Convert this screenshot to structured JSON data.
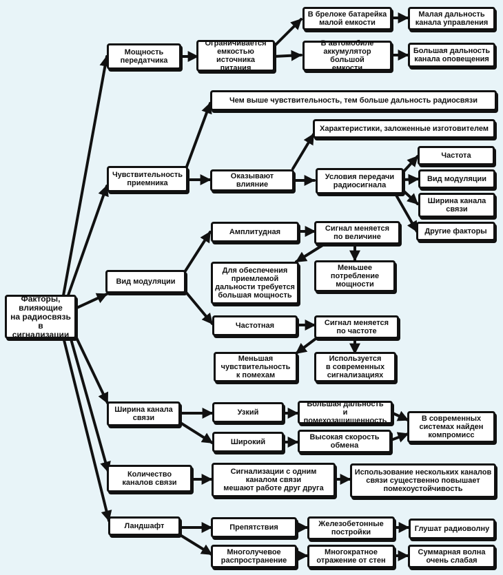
{
  "colors": {
    "background": "#e8f4f8",
    "box_fill": "#ffffff",
    "stroke": "#111111"
  },
  "nodes": {
    "root": "Факторы,\nвлияющие\nна радиосвязь\nв сигнализации",
    "power": "Мощность\nпередатчика",
    "power_limited": "Ограничивается\nемкостью источника\nпитания",
    "keyfob_battery": "В брелоке батарейка\nмалой емкости",
    "small_range": "Малая дальность\nканала управления",
    "car_battery": "В автомобиле\nаккумулятор большой\nемкости",
    "large_range": "Большая дальность\nканала оповещения",
    "sensitivity": "Чувствительность\nприемника",
    "sensitivity_note": "Чем выше чувствительность, тем больше дальность радиосвязи",
    "influenced": "Оказывают влияние",
    "manufacturer": "Характеристики, заложенные изготовителем",
    "conditions": "Условия передачи\nрадиосигнала",
    "frequency": "Частота",
    "modulation_type": "Вид модуляции",
    "bandwidth_item": "Ширина канала\nсвязи",
    "other_factors": "Другие факторы",
    "modulation": "Вид модуляции",
    "amplitude": "Амплитудная",
    "amp_changes": "Сигнал меняется\nпо величине",
    "amp_power": "Для обеспечения\nприемлемой\nдальности требуется\nбольшая мощность",
    "amp_less": "Меньшее\nпотребление\nмощности",
    "freq_mod": "Частотная",
    "freq_changes": "Сигнал меняется\nпо частоте",
    "freq_less_sens": "Меньшая\nчувствительность\nк помехам",
    "freq_modern": "Используется\nв современных\nсигнализациях",
    "bandwidth": "Ширина канала\nсвязи",
    "narrow": "Узкий",
    "narrow_result": "Большая дальность\nи помехозащищенность",
    "wide": "Широкий",
    "wide_result": "Высокая скорость\nобмена",
    "compromise": "В современных\nсистемах найден\nкомпромисс",
    "channels": "Количество\nканалов связи",
    "channels_interfere": "Сигнализации с одним\nканалом связи\nмешают работе друг друга",
    "channels_multi": "Использование нескольких каналов\nсвязи существенно повышает\nпомехоустойчивость",
    "landscape": "Ландшафт",
    "obstacles": "Препятствия",
    "concrete": "Железобетонные\nпостройки",
    "jam": "Глушат радиоволну",
    "multipath": "Многолучевое\nраспространение",
    "multi_reflect": "Многократное\nотражение от стен",
    "weak_wave": "Суммарная волна\nочень слабая"
  }
}
